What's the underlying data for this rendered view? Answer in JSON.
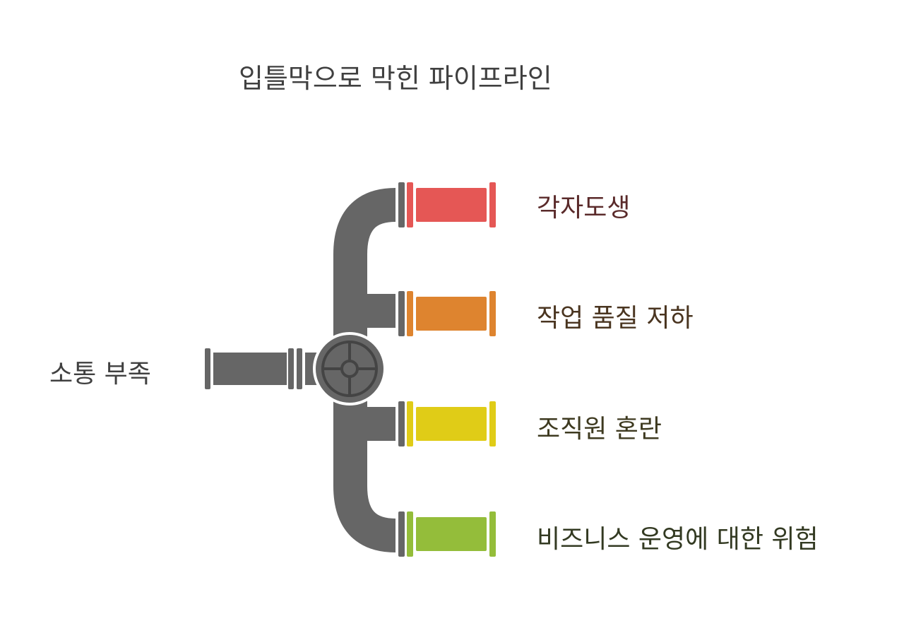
{
  "title": "입틀막으로 막힌 파이프라인",
  "source": {
    "label": "소통 부족"
  },
  "colors": {
    "pipe": "#666666",
    "ring": "#ffffff"
  },
  "outputs": [
    {
      "label": "각자도생",
      "color": "#e55755",
      "text_color": "#5a2a2a"
    },
    {
      "label": "작업 품질 저하",
      "color": "#de842f",
      "text_color": "#4a3520"
    },
    {
      "label": "조직원 혼란",
      "color": "#e0cc17",
      "text_color": "#3e3a20"
    },
    {
      "label": "비즈니스 운영에 대한 위험",
      "color": "#94bd3a",
      "text_color": "#333a22"
    }
  ]
}
